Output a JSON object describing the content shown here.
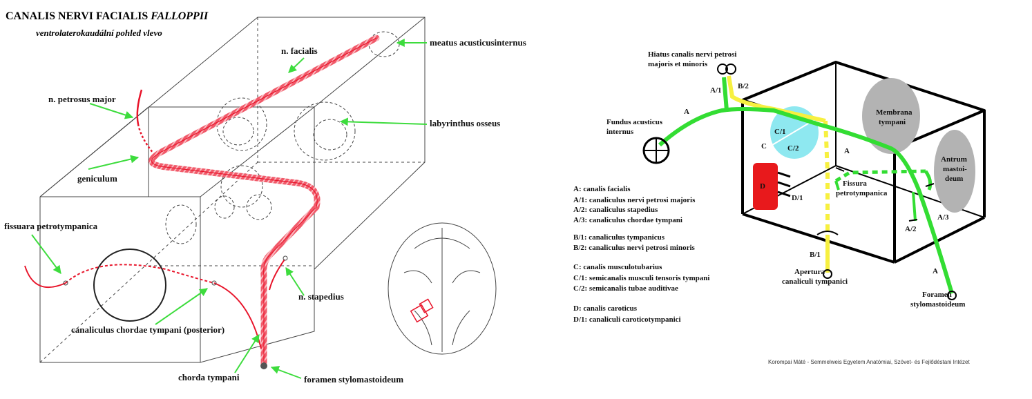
{
  "left_diagram": {
    "title_main": "CANALIS NERVI FACIALIS ",
    "title_italic": "FALLOPPII",
    "subtitle": "ventrolaterokaudální pohled vlevo",
    "labels": {
      "meatus": "meatus acusticusinternus",
      "facialis": "n. facialis",
      "petrosus": "n. petrosus major",
      "labyrinthus": "labyrinthus osseus",
      "geniculum": "geniculum",
      "fissuara": "fissuara petrotympanica",
      "stapedius": "n. stapedius",
      "canaliculus": "canaliculus chordae tympani (posterior)",
      "chorda": "chorda tympani",
      "foramen": "foramen stylomastoideum"
    },
    "colors": {
      "nerve": "#e8152b",
      "arrow": "#3ddc3d",
      "line": "#333333"
    }
  },
  "right_diagram": {
    "labels": {
      "hiatus1": "Hiatus canalis nervi petrosi",
      "hiatus2": "majoris et minoris",
      "fundus1": "Fundus acusticus",
      "fundus2": "internus",
      "membrana1": "Membrana",
      "membrana2": "tympani",
      "antrum1": "Antrum",
      "antrum2": "mastoi-",
      "antrum3": "deum",
      "fissura1": "Fissura",
      "fissura2": "petrotympanica",
      "apertura1": "Apertura",
      "apertura2": "canaliculi tympanici",
      "foramen1": "Foramen",
      "foramen2": "stylomastoideum",
      "A_top": "A",
      "A1": "A/1",
      "B2": "B/2",
      "A_mid": "A",
      "A2": "A/2",
      "A3": "A/3",
      "A_bot": "A",
      "B1": "B/1",
      "C": "C",
      "C1": "C/1",
      "C2": "C/2",
      "D": "D",
      "D1": "D/1"
    },
    "legend": [
      "A: canalis facialis",
      "A/1: canaliculus nervi petrosi majoris",
      "A/2: canaliculus stapedius",
      "A/3: canaliculus chordae tympani",
      "",
      "B/1: canaliculus tympanicus",
      "B/2: canaliculus nervi petrosi minoris",
      "",
      "C: canalis musculotubarius",
      "C/1: semicanalis musculi tensoris tympani",
      "C/2: semicanalis tubae auditivae",
      "",
      "D: canalis caroticus",
      "D/1: canaliculi caroticotympanici"
    ],
    "credit": "Korompai Máté - Semmelweis Egyetem Anatómiai, Szövet- és Fejlődéstani Intézet",
    "colors": {
      "green": "#33dd33",
      "yellow": "#f7f040",
      "cyan": "#8ee8f0",
      "red": "#e8191c",
      "grey": "#b3b3b3"
    }
  }
}
